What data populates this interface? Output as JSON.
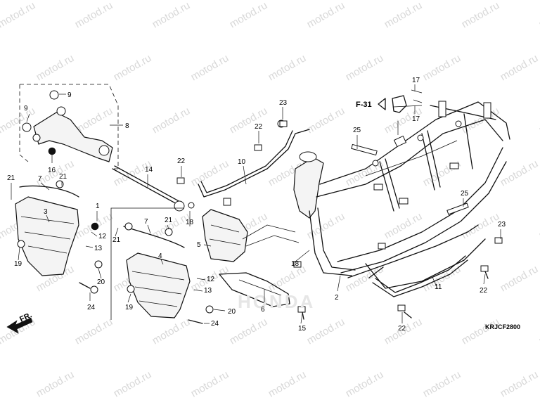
{
  "watermark": {
    "text": "motod.ru"
  },
  "diagram_code": "KRJCF2800",
  "reference": {
    "label": "F-31"
  },
  "direction": {
    "label": "FR."
  },
  "brand": {
    "text": "HONDA"
  },
  "callouts": [
    "1",
    "2",
    "3",
    "4",
    "5",
    "6",
    "7",
    "8",
    "9",
    "10",
    "11",
    "12",
    "13",
    "14",
    "15",
    "16",
    "17",
    "18",
    "19",
    "20",
    "21",
    "22",
    "23",
    "24",
    "25"
  ]
}
